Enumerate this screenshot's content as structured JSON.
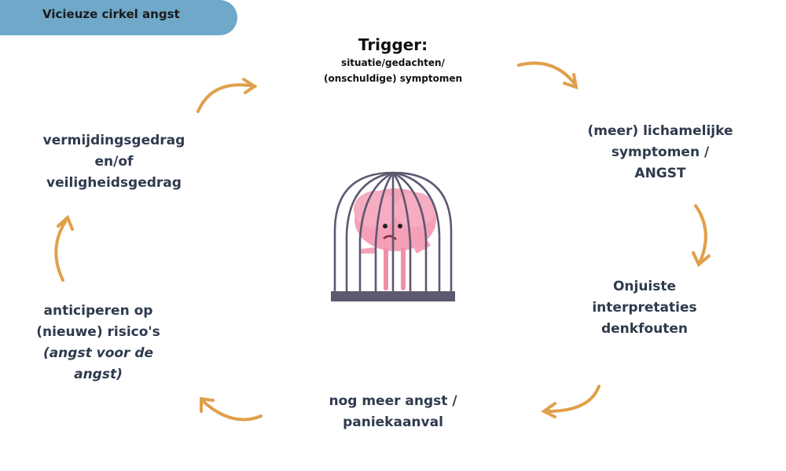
{
  "header": {
    "title": "Vicieuze cirkel angst"
  },
  "cycle": {
    "trigger": {
      "title": "Trigger:",
      "lines": [
        "situatie/gedachten/",
        "(onschuldige) symptomen"
      ]
    },
    "symptoms": {
      "lines": [
        "(meer) lichamelijke",
        "symptomen /",
        "ANGST"
      ]
    },
    "interpretations": {
      "lines": [
        "Onjuiste",
        "interpretaties",
        "denkfouten"
      ]
    },
    "panic": {
      "lines": [
        "nog meer angst /",
        "paniekaanval"
      ]
    },
    "anticipation": {
      "lines": [
        "anticiperen op",
        "(nieuwe) risico's"
      ],
      "italic_lines": [
        "(angst voor de",
        "angst)"
      ]
    },
    "avoidance": {
      "lines": [
        "vermijdingsgedrag",
        "en/of",
        "veiligheidsgedrag"
      ]
    }
  },
  "illustration": {
    "icon": "brain-in-cage-icon"
  },
  "colors": {
    "banner": "#6fa8c8",
    "arrow": "#e0a04a",
    "text": "#2e3a4d",
    "cage": "#5e5870",
    "brain": "#f4a1b8"
  }
}
